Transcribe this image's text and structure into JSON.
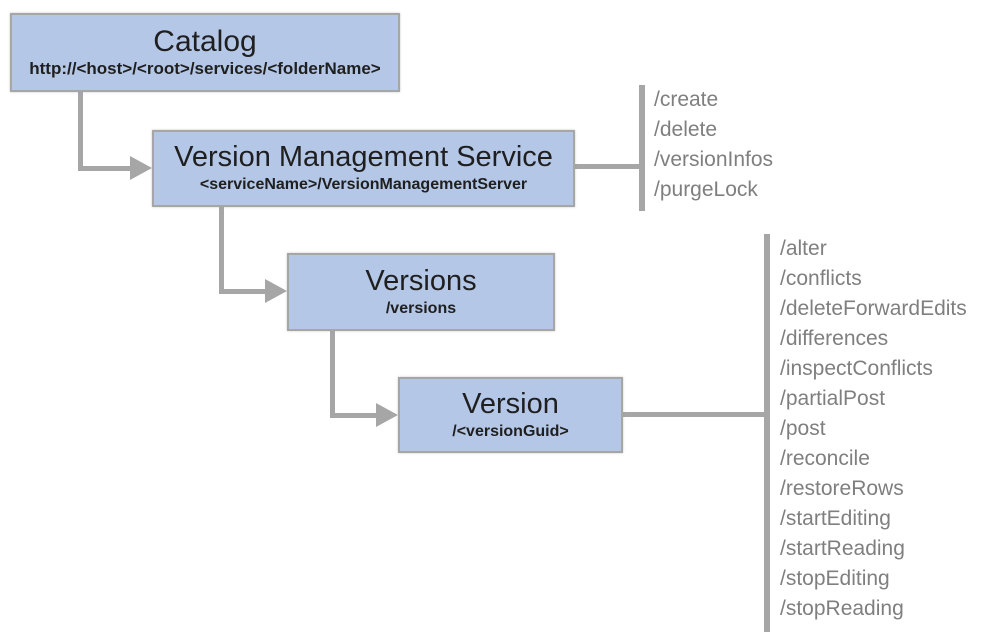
{
  "diagram": {
    "nodes": [
      {
        "id": "catalog",
        "title": "Catalog",
        "subtitle": "http://<host>/<root>/services/<folderName>"
      },
      {
        "id": "vms",
        "title": "Version Management Service",
        "subtitle": "<serviceName>/VersionManagementServer"
      },
      {
        "id": "versions",
        "title": "Versions",
        "subtitle": "/versions"
      },
      {
        "id": "version",
        "title": "Version",
        "subtitle": "/<versionGuid>"
      }
    ],
    "vms_operations": [
      "/create",
      "/delete",
      "/versionInfos",
      "/purgeLock"
    ],
    "version_operations": [
      "/alter",
      "/conflicts",
      "/deleteForwardEdits",
      "/differences",
      "/inspectConflicts",
      "/partialPost",
      "/post",
      "/reconcile",
      "/restoreRows",
      "/startEditing",
      "/startReading",
      "/stopEditing",
      "/stopReading"
    ],
    "colors": {
      "node_fill": "#b4c7e7",
      "node_border": "#a6a6a6",
      "connector": "#a6a6a6",
      "operation_text": "#7f7f7f",
      "node_text": "#1f1f1f",
      "background": "#ffffff"
    }
  }
}
